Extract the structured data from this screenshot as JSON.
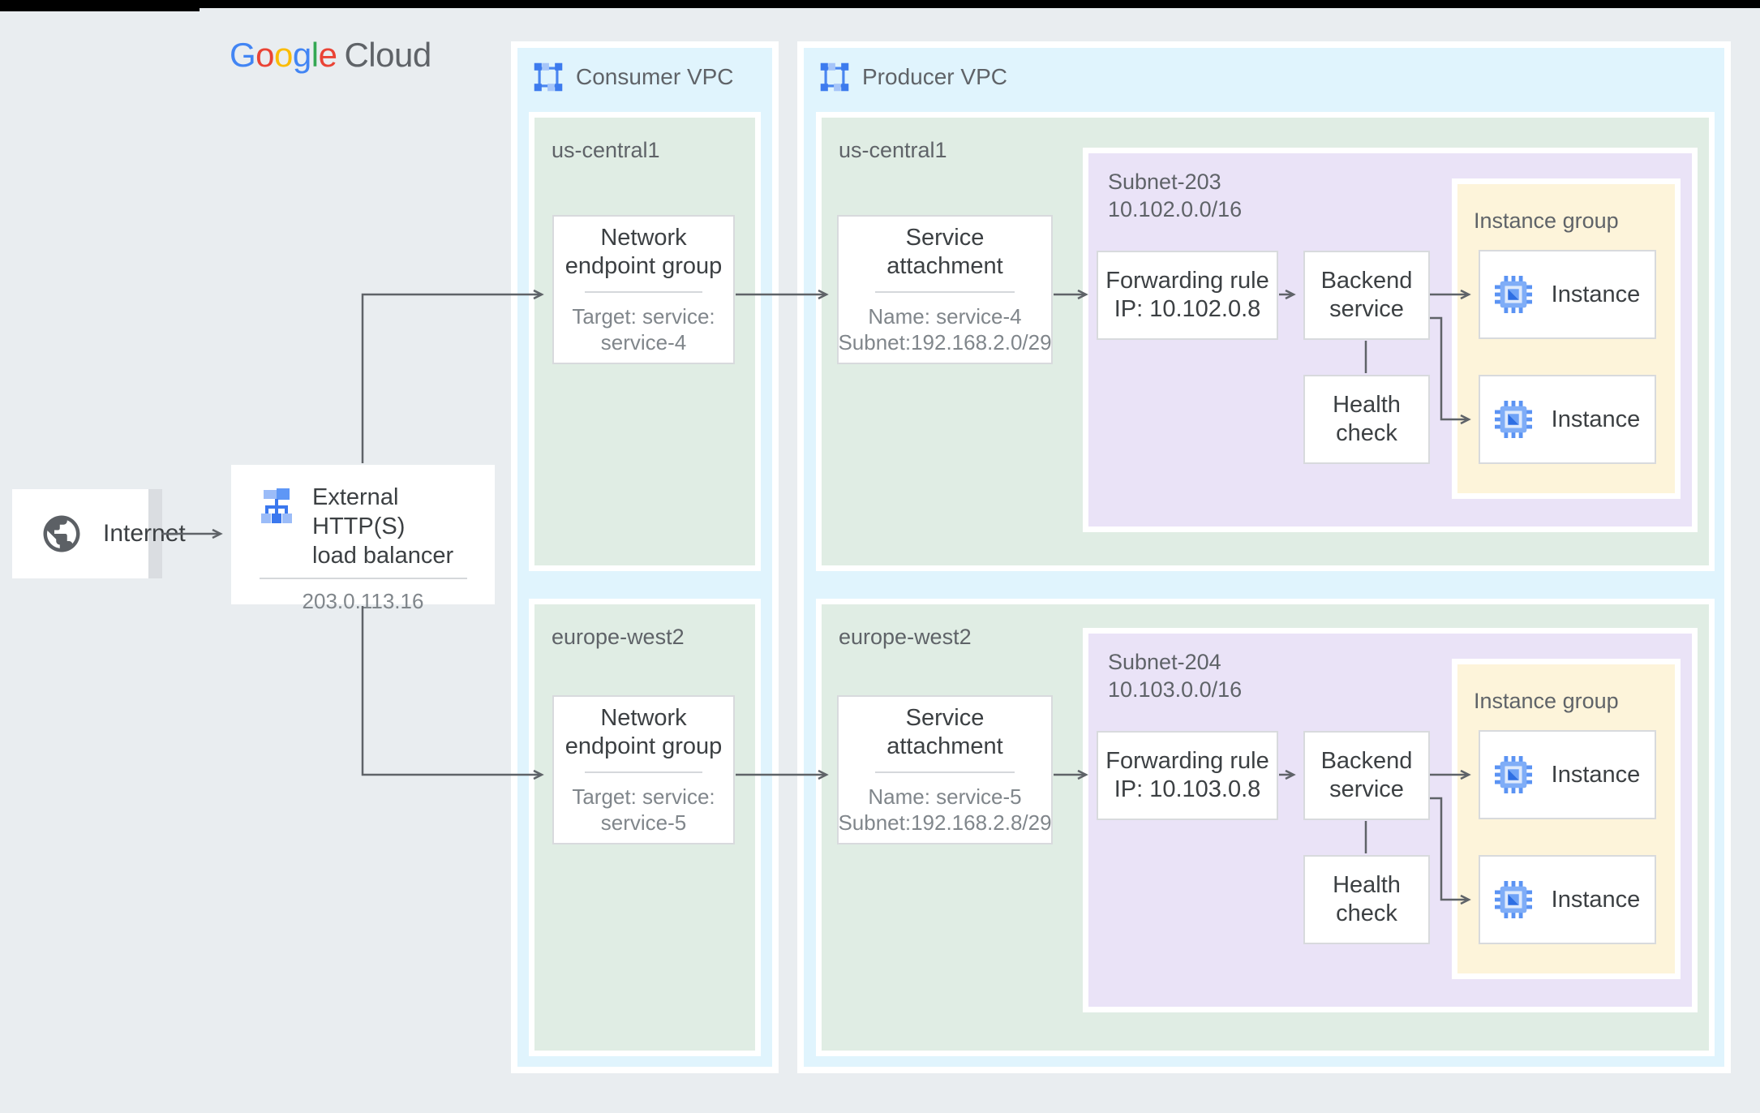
{
  "logo": {
    "google_letters": [
      {
        "char": "G",
        "color": "#4285f4"
      },
      {
        "char": "o",
        "color": "#ea4335"
      },
      {
        "char": "o",
        "color": "#fbbc05"
      },
      {
        "char": "g",
        "color": "#4285f4"
      },
      {
        "char": "l",
        "color": "#34a853"
      },
      {
        "char": "e",
        "color": "#ea4335"
      }
    ],
    "cloud": "Cloud"
  },
  "internet": {
    "label": "Internet",
    "icon": "globe-icon"
  },
  "load_balancer": {
    "icon": "load-balancer-icon",
    "title_lines": [
      "External HTTP(S)",
      "load balancer"
    ],
    "ip": "203.0.113.16"
  },
  "consumer_vpc": {
    "label": "Consumer VPC",
    "icon": "vpc-icon",
    "regions": [
      {
        "name": "us-central1",
        "network_endpoint_group": {
          "title_lines": [
            "Network",
            "endpoint group"
          ],
          "target_lines": [
            "Target: service:",
            "service-4"
          ]
        }
      },
      {
        "name": "europe-west2",
        "network_endpoint_group": {
          "title_lines": [
            "Network",
            "endpoint group"
          ],
          "target_lines": [
            "Target: service:",
            "service-5"
          ]
        }
      }
    ]
  },
  "producer_vpc": {
    "label": "Producer VPC",
    "icon": "vpc-icon",
    "regions": [
      {
        "name": "us-central1",
        "service_attachment": {
          "title_lines": [
            "Service",
            "attachment"
          ],
          "detail_lines": [
            "Name: service-4",
            "Subnet:192.168.2.0/29"
          ]
        },
        "subnet": {
          "label_lines": [
            "Subnet-203",
            "10.102.0.0/16"
          ]
        },
        "forwarding_rule": {
          "lines": [
            "Forwarding rule",
            "IP: 10.102.0.8"
          ]
        },
        "backend_service": {
          "lines": [
            "Backend",
            "service"
          ]
        },
        "health_check": {
          "lines": [
            "Health",
            "check"
          ]
        },
        "instance_group": {
          "label": "Instance group",
          "instance_icon": "compute-instance-icon",
          "instances": [
            "Instance",
            "Instance"
          ]
        }
      },
      {
        "name": "europe-west2",
        "service_attachment": {
          "title_lines": [
            "Service",
            "attachment"
          ],
          "detail_lines": [
            "Name: service-5",
            "Subnet:192.168.2.8/29"
          ]
        },
        "subnet": {
          "label_lines": [
            "Subnet-204",
            "10.103.0.0/16"
          ]
        },
        "forwarding_rule": {
          "lines": [
            "Forwarding rule",
            "IP: 10.103.0.8"
          ]
        },
        "backend_service": {
          "lines": [
            "Backend",
            "service"
          ]
        },
        "health_check": {
          "lines": [
            "Health",
            "check"
          ]
        },
        "instance_group": {
          "label": "Instance group",
          "instance_icon": "compute-instance-icon",
          "instances": [
            "Instance",
            "Instance"
          ]
        }
      }
    ]
  },
  "colors": {
    "background": "#e9edf0",
    "top_bar": "#000000",
    "vpc_fill": "#e0f4fd",
    "region_fill": "#e0ede4",
    "subnet_fill": "#eae3f7",
    "instance_group_fill": "#fdf4da",
    "node_border": "#d8dadd",
    "arrow": "#5f6368",
    "title_text": "#3c4043",
    "label_text": "#5f6368",
    "sub_text": "#80868b",
    "google_blue": "#4285f4",
    "google_red": "#ea4335",
    "google_yellow": "#fbbc05",
    "google_green": "#34a853",
    "icon_blue": "#4285f4",
    "icon_blue_light": "#a6c5f9",
    "globe_gray": "#5f6368"
  }
}
